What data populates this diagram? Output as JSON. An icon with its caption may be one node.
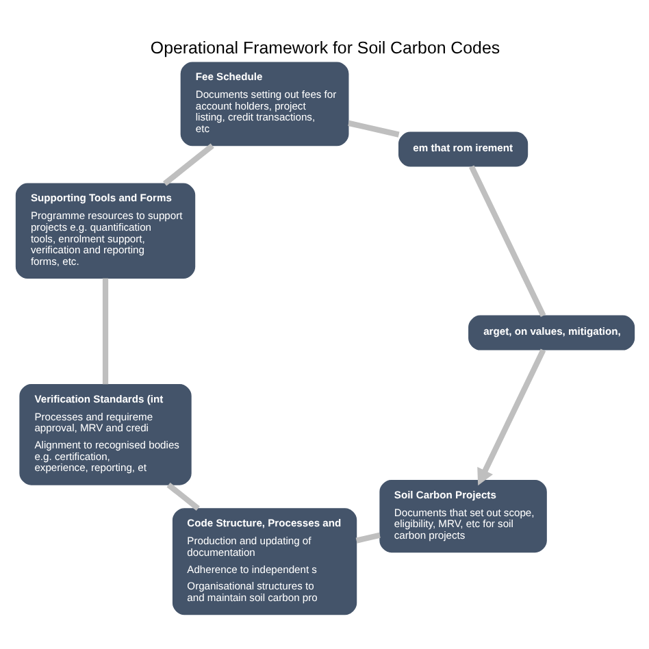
{
  "diagram": {
    "title": "Operational Framework for Soil Carbon Codes",
    "nodes": [
      {
        "text": [
          "Soil Carbon Projects",
          "Documents that set out scope, eligibility, MRV, etc for soil carbon projects"
        ]
      },
      {
        "text": [
          "Code Structure, Processes and",
          "Production and updating of documentation",
          "Adherence to independent s",
          "Organisational structures to and maintain soil carbon pro"
        ]
      },
      {
        "text": [
          "Verification Standards (int",
          "Processes and requireme approval, MRV and credi",
          "Alignment to recognised bodies e.g. certification, experience, reporting, et"
        ]
      },
      {
        "text": [
          "Supporting Tools and Forms",
          "Programme resources to support projects e.g. quantification tools, enrolment support, verification and reporting forms, etc."
        ]
      },
      {
        "text": [
          "Fee Schedule",
          "Documents setting out fees for account holders, project listing, credit transactions, etc"
        ]
      },
      {
        "text": [
          "em that rom irement"
        ]
      },
      {
        "text": [
          "arget, on values, mitigation,"
        ]
      }
    ],
    "edges": [
      {
        "from": 0,
        "to": 1,
        "arrow": "none"
      },
      {
        "from": 1,
        "to": 2,
        "arrow": "none"
      },
      {
        "from": 2,
        "to": 3,
        "arrow": "none"
      },
      {
        "from": 3,
        "to": 4,
        "arrow": "none"
      },
      {
        "from": 4,
        "to": 5,
        "arrow": "none"
      },
      {
        "from": 5,
        "to": 6,
        "arrow": "none"
      },
      {
        "from": 6,
        "to": 0,
        "arrow": "to"
      }
    ]
  }
}
